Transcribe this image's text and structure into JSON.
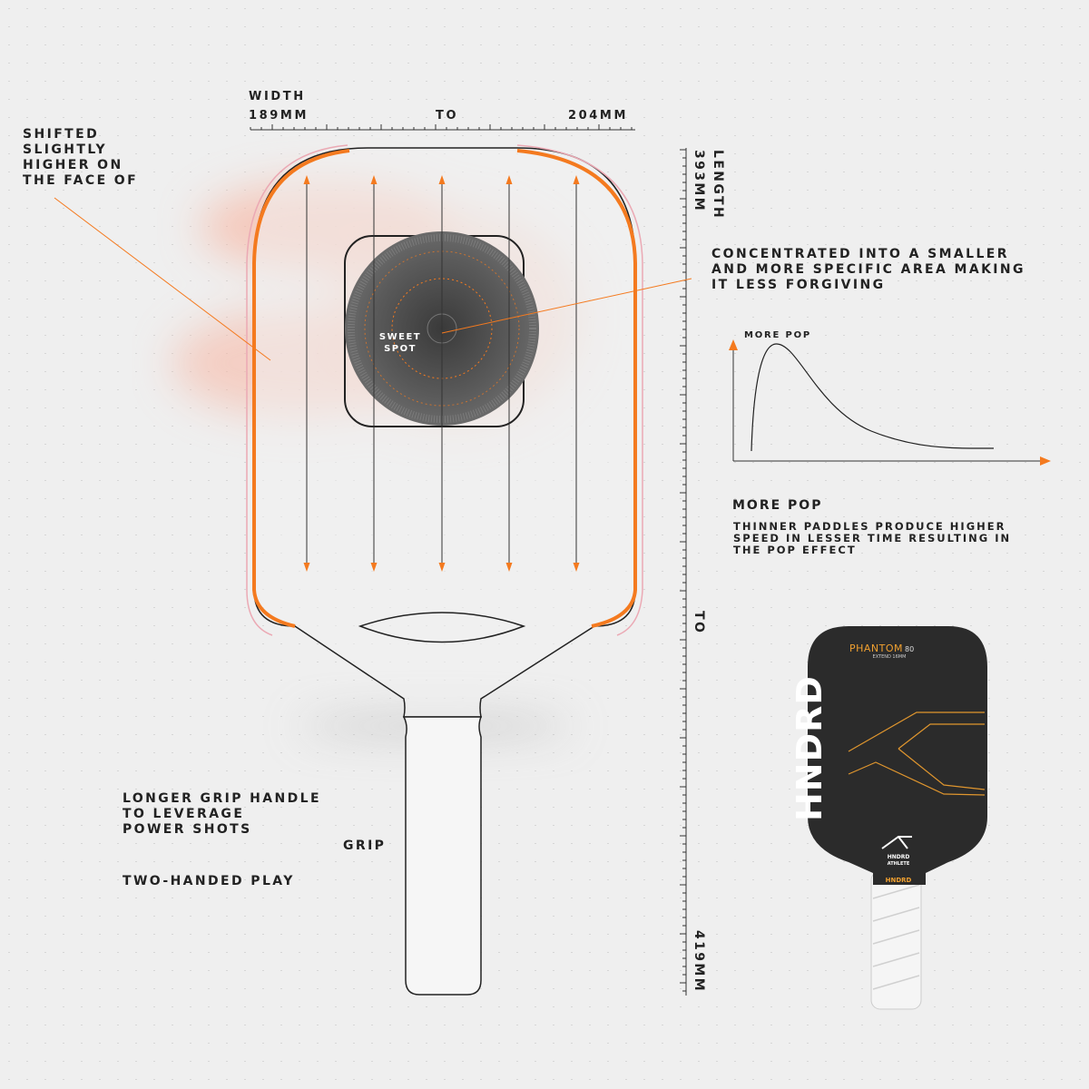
{
  "width": {
    "label": "WIDTH",
    "min": "189MM",
    "to": "TO",
    "max": "204MM"
  },
  "length": {
    "label": "LENGTH",
    "min": "393MM",
    "to": "TO",
    "max": "419MM"
  },
  "face_note": [
    "SHIFTED",
    "SLIGHTLY",
    "HIGHER ON",
    "THE FACE OF"
  ],
  "sweet_spot": {
    "line1": "SWEET",
    "line2": "SPOT"
  },
  "concentrated_note": [
    "CONCENTRATED INTO A SMALLER",
    "AND MORE SPECIFIC AREA MAKING",
    "IT LESS FORGIVING"
  ],
  "pop_chart": {
    "label": "MORE POP"
  },
  "pop_section": {
    "title": "MORE POP",
    "body": [
      "THINNER PADDLES PRODUCE HIGHER",
      "SPEED IN LESSER TIME RESULTING IN",
      "THE POP EFFECT"
    ]
  },
  "grip_note": [
    "LONGER GRIP HANDLE",
    "TO LEVERAGE",
    "POWER SHOTS"
  ],
  "grip_label": "GRIP",
  "two_handed": "TWO-HANDED PLAY",
  "product": {
    "name": "PHANTOM",
    "model": "80",
    "sub": "EXTEND 16MM",
    "brand": "HNDRD",
    "badge": "ATHLETE"
  },
  "colors": {
    "accent": "#f47a1f",
    "dark": "#2b2b2b",
    "background": "#efefef"
  }
}
